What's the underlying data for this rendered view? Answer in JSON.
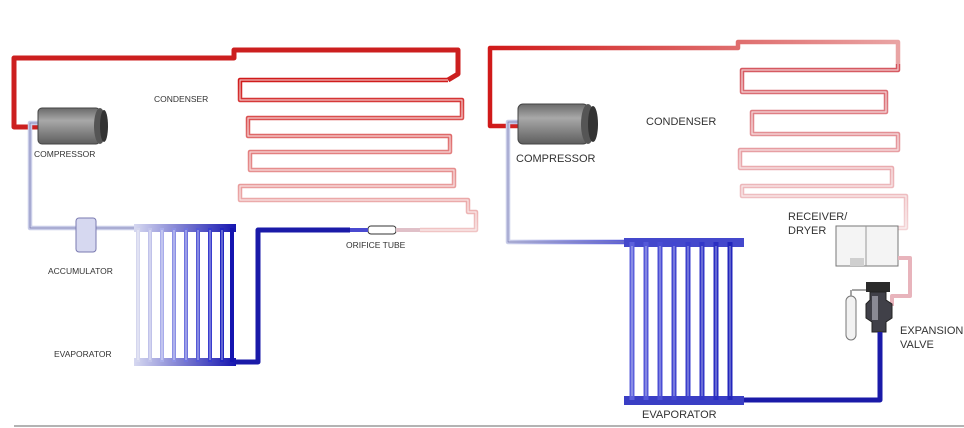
{
  "left_system": {
    "condenser": "CONDENSER",
    "compressor": "COMPRESSOR",
    "accumulator": "ACCUMULATOR",
    "evaporator": "EVAPORATOR",
    "orifice_tube": "ORIFICE TUBE"
  },
  "right_system": {
    "condenser": "CONDENSER",
    "compressor": "COMPRESSOR",
    "receiver_line1": "RECEIVER/",
    "receiver_line2": "DRYER",
    "expansion_line1": "EXPANSION",
    "expansion_line2": "VALVE",
    "evaporator": "EVAPORATOR"
  },
  "colors": {
    "hot": "#cc1f1f",
    "warm": "#e8a8a8",
    "cool": "#c8cce8",
    "cold": "#1a1aa8",
    "compressor_body": "#8c8c8c"
  }
}
